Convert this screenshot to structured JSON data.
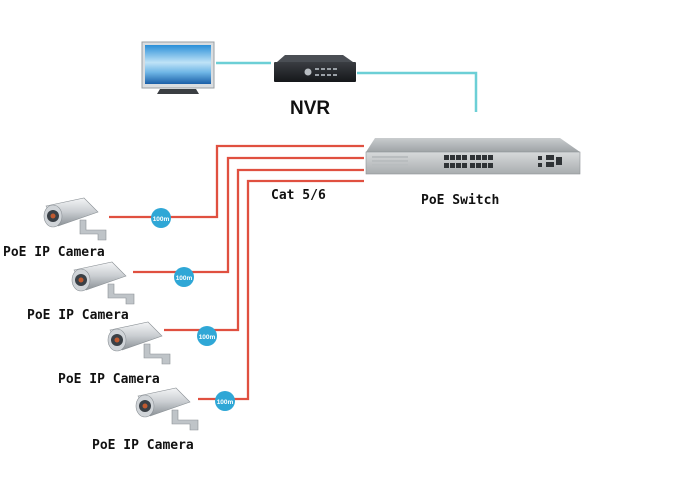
{
  "diagram": {
    "title": "PoE IP Camera network topology",
    "nodes": {
      "monitor": {
        "label": ""
      },
      "nvr": {
        "label": "NVR"
      },
      "switch": {
        "label": "PoE Switch"
      },
      "cable_label": "Cat 5/6"
    },
    "cameras": [
      {
        "label": "PoE IP Camera",
        "distance": "100m"
      },
      {
        "label": "PoE IP Camera",
        "distance": "100m"
      },
      {
        "label": "PoE IP Camera",
        "distance": "100m"
      },
      {
        "label": "PoE IP Camera",
        "distance": "100m"
      }
    ],
    "colors": {
      "poe_cable": "#e05040",
      "network_cable": "#6ccfd6",
      "badge": "#2fa7d6",
      "badge_text": "#ffffff"
    }
  }
}
